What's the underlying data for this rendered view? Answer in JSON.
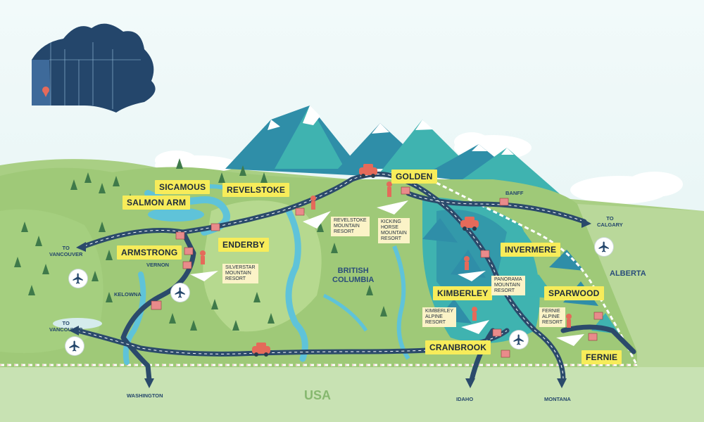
{
  "towns": {
    "sicamous": "SICAMOUS",
    "salmon_arm": "SALMON ARM",
    "revelstoke": "REVELSTOKE",
    "golden": "GOLDEN",
    "armstrong": "ARMSTRONG",
    "enderby": "ENDERBY",
    "invermere": "INVERMERE",
    "kimberley": "KIMBERLEY",
    "sparwood": "SPARWOOD",
    "cranbrook": "CRANBROOK",
    "fernie": "FERNIE"
  },
  "places": {
    "vernon": "VERNON",
    "kelowna": "KELOWNA",
    "banff": "BANFF"
  },
  "resorts": {
    "revelstoke": "REVELSTOKE\nMOUNTAIN\nRESORT",
    "kicking_horse": "KICKING\nHORSE\nMOUNTAIN\nRESORT",
    "silverstar": "SILVERSTAR\nMOUNTAIN\nRESORT",
    "panorama": "PANORAMA\nMOUNTAIN\nRESORT",
    "kimberley": "KIMBERLEY\nALPINE\nRESORT",
    "fernie": "FERNIE\nALPINE\nRESORT"
  },
  "directions": {
    "vancouver_1": "TO\nVANCOUVER",
    "vancouver_2": "TO\nVANCOUVER",
    "calgary": "TO\nCALGARY",
    "washington": "WASHINGTON",
    "idaho": "IDAHO",
    "montana": "MONTANA"
  },
  "regions": {
    "british_columbia": "BRITISH\nCOLUMBIA",
    "alberta": "ALBERTA",
    "usa": "USA"
  },
  "colors": {
    "sky": "#eaf6f6",
    "grass_light": "#b7d68f",
    "grass_mid": "#8fc06a",
    "mountain_teal": "#3fb3b0",
    "mountain_blue": "#2f8ea8",
    "road": "#2b4a6b",
    "lake": "#5fc3d9",
    "label_yellow": "#f7ec5a",
    "canada": "#24466b"
  },
  "icons": {
    "airport": "airplane-icon",
    "car": "car-icon",
    "lodge": "lodge-icon",
    "skier": "skier-icon"
  }
}
